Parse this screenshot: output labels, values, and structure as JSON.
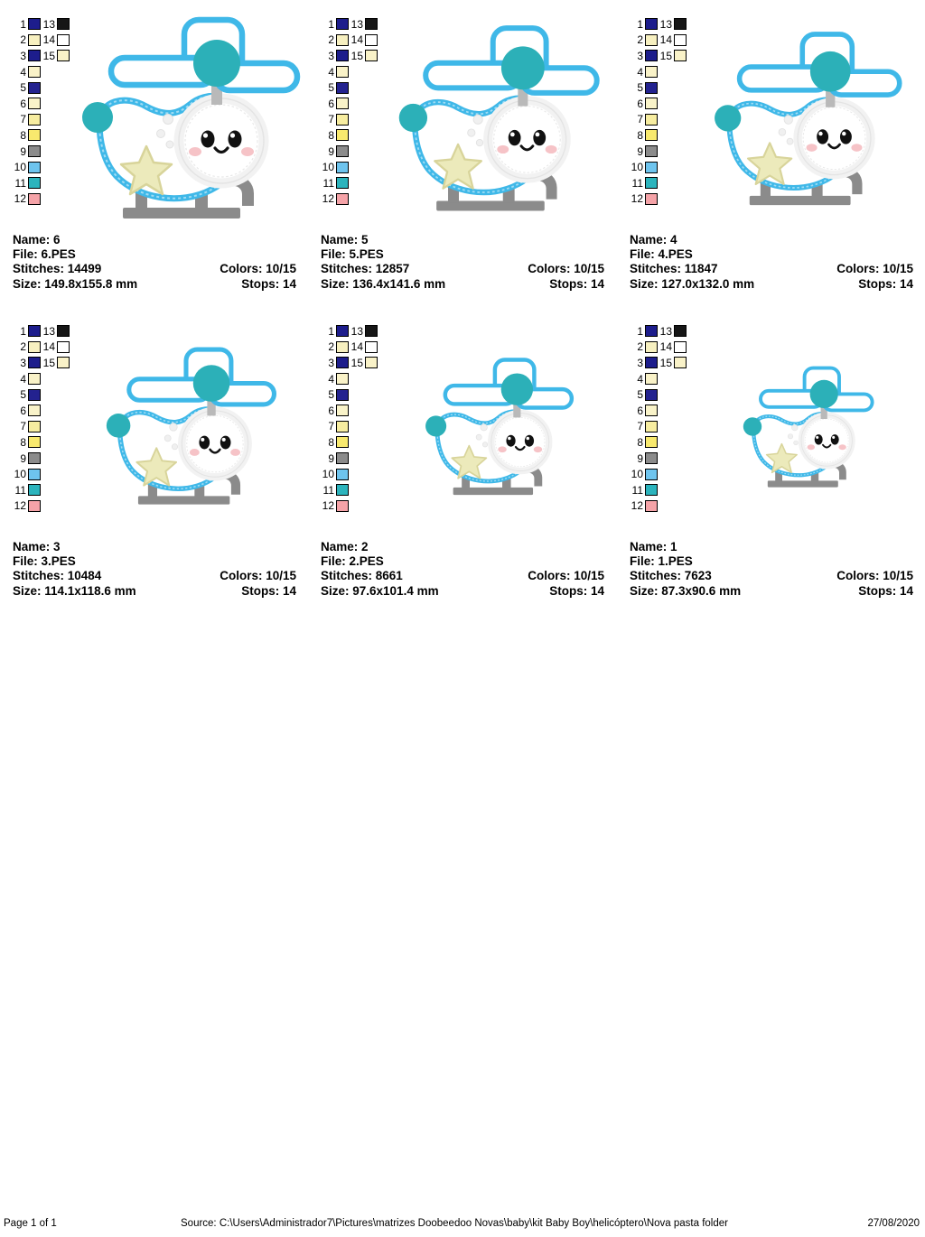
{
  "document": {
    "title": "Embroidery Design Catalog Print Preview",
    "background": "#ffffff"
  },
  "legend": {
    "columns": 2,
    "left_column": [
      {
        "index": "1",
        "color": "#1d1d8c"
      },
      {
        "index": "2",
        "color": "#f7f0c0"
      },
      {
        "index": "3",
        "color": "#1d1d8c"
      },
      {
        "index": "4",
        "color": "#f9f2c8"
      },
      {
        "index": "5",
        "color": "#23228f"
      },
      {
        "index": "6",
        "color": "#f9f3c9"
      },
      {
        "index": "7",
        "color": "#f7eda0"
      },
      {
        "index": "8",
        "color": "#f8e96e"
      },
      {
        "index": "9",
        "color": "#8b8b8b"
      },
      {
        "index": "10",
        "color": "#6ec4ee"
      },
      {
        "index": "11",
        "color": "#2cb4bd"
      },
      {
        "index": "12",
        "color": "#f5a3a8"
      }
    ],
    "right_column": [
      {
        "index": "13",
        "color": "#161616"
      },
      {
        "index": "14",
        "color": "#ffffff"
      },
      {
        "index": "15",
        "color": "#f9f2c8"
      }
    ]
  },
  "labels": {
    "name": "Name:",
    "file": "File:",
    "stitches": "Stitches:",
    "size": "Size:",
    "colors": "Colors:",
    "stops": "Stops:"
  },
  "designs": [
    {
      "name": "6",
      "file": "6.PES",
      "stitches": "14499",
      "size": "149.8x155.8 mm",
      "colors": "10/15",
      "stops": "14",
      "art_scale": 1.0,
      "name_line": "Name: 6",
      "file_line": "File: 6.PES",
      "stitches_line": "Stitches: 14499",
      "size_line": "Size: 149.8x155.8 mm",
      "colors_line": "Colors: 10/15",
      "stops_line": "Stops: 14"
    },
    {
      "name": "5",
      "file": "5.PES",
      "stitches": "12857",
      "size": "136.4x141.6 mm",
      "colors": "10/15",
      "stops": "14",
      "art_scale": 0.92,
      "name_line": "Name: 5",
      "file_line": "File: 5.PES",
      "stitches_line": "Stitches: 12857",
      "size_line": "Size: 136.4x141.6 mm",
      "colors_line": "Colors: 10/15",
      "stops_line": "Stops: 14"
    },
    {
      "name": "4",
      "file": "4.PES",
      "stitches": "11847",
      "size": "127.0x132.0 mm",
      "colors": "10/15",
      "stops": "14",
      "art_scale": 0.86,
      "name_line": "Name: 4",
      "file_line": "File: 4.PES",
      "stitches_line": "Stitches: 11847",
      "size_line": "Size: 127.0x132.0 mm",
      "colors_line": "Colors: 10/15",
      "stops_line": "Stops: 14"
    },
    {
      "name": "3",
      "file": "3.PES",
      "stitches": "10484",
      "size": "114.1x118.6 mm",
      "colors": "10/15",
      "stops": "14",
      "art_scale": 0.78,
      "name_line": "Name: 3",
      "file_line": "File: 3.PES",
      "stitches_line": "Stitches: 10484",
      "size_line": "Size: 114.1x118.6 mm",
      "colors_line": "Colors: 10/15",
      "stops_line": "Stops: 14"
    },
    {
      "name": "2",
      "file": "2.PES",
      "stitches": "8661",
      "size": "97.6x101.4 mm",
      "colors": "10/15",
      "stops": "14",
      "art_scale": 0.68,
      "name_line": "Name: 2",
      "file_line": "File: 2.PES",
      "stitches_line": "Stitches: 8661",
      "size_line": "Size: 97.6x101.4 mm",
      "colors_line": "Colors: 10/15",
      "stops_line": "Stops: 14"
    },
    {
      "name": "1",
      "file": "1.PES",
      "stitches": "7623",
      "size": "87.3x90.6 mm",
      "colors": "10/15",
      "stops": "14",
      "art_scale": 0.6,
      "name_line": "Name: 1",
      "file_line": "File: 1.PES",
      "stitches_line": "Stitches: 7623",
      "size_line": "Size: 87.3x90.6 mm",
      "colors_line": "Colors: 10/15",
      "stops_line": "Stops: 14"
    }
  ],
  "artwork": {
    "subject": "kawaii helicopter applique",
    "colors": {
      "body_outline": "#3fb8e8",
      "body_fill": "#ffffff",
      "rotor_hub": "#2cb0b8",
      "tail_ball": "#2cb0b8",
      "skid": "#8b8b8b",
      "star": "#eceabb",
      "star_outline": "#d8d49a",
      "face_ring": "#f2f2f2",
      "eye": "#111111",
      "blush": "#f4b9bd"
    }
  },
  "footer": {
    "page": "Page 1 of 1",
    "source": "Source: C:\\Users\\Administrador7\\Pictures\\matrizes Doobeedoo Novas\\baby\\kit Baby Boy\\helicóptero\\Nova pasta folder",
    "date": "27/08/2020"
  }
}
